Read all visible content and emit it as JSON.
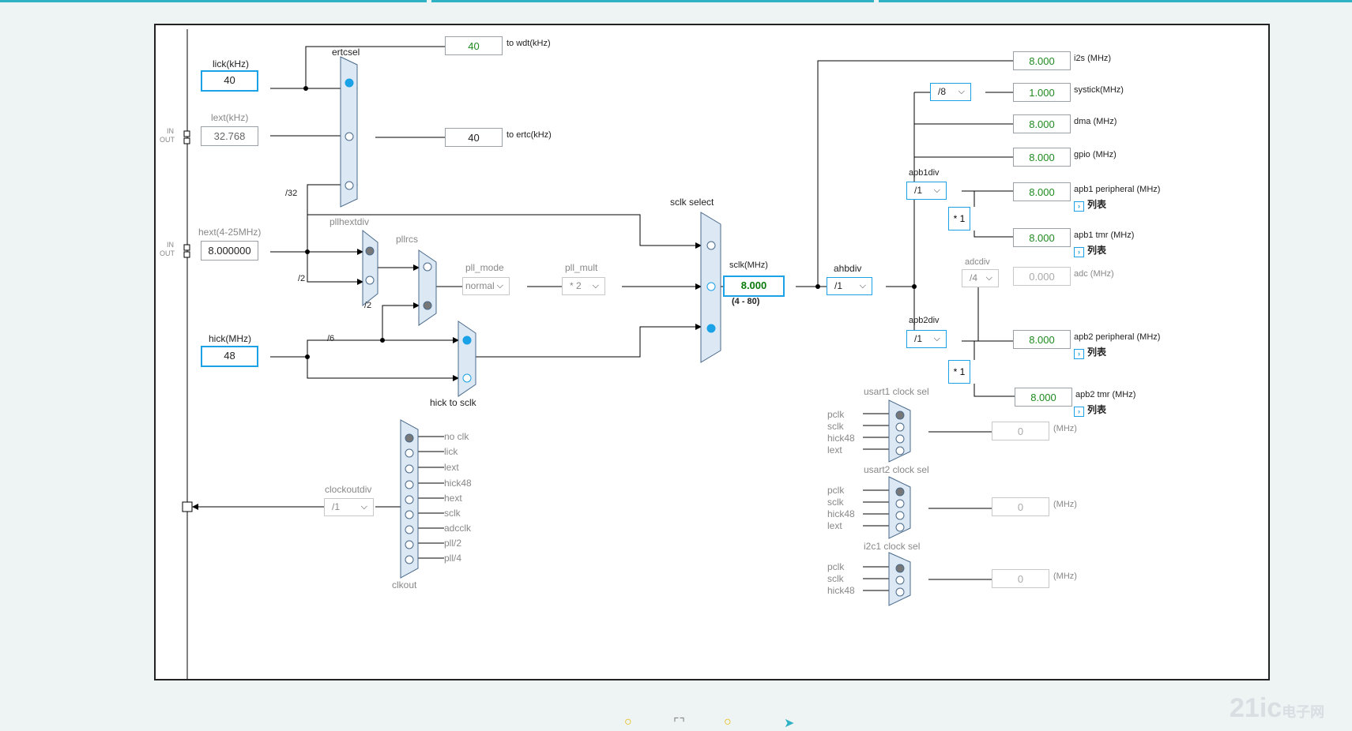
{
  "sources": {
    "lick": {
      "label": "lick(kHz)",
      "value": "40"
    },
    "lext": {
      "label": "lext(kHz)",
      "value": "32.768"
    },
    "hext": {
      "label": "hext(4-25MHz)",
      "value": "8.000000"
    },
    "hick": {
      "label": "hick(MHz)",
      "value": "48"
    },
    "io_in": "IN",
    "io_out": "OUT"
  },
  "ertc": {
    "mux_label": "ertcsel",
    "wdt_value": "40",
    "wdt_label": "to wdt(kHz)",
    "ertc_value": "40",
    "ertc_label": "to ertc(kHz)",
    "div32": "/32"
  },
  "pll": {
    "hextdiv_label": "pllhextdiv",
    "div2": "/2",
    "rcs_label": "pllrcs",
    "hick_div2": "/2",
    "hick_div6": "/6",
    "mode_label": "pll_mode",
    "mode_value": "normal",
    "mult_label": "pll_mult",
    "mult_value": "* 2"
  },
  "hick_to_sclk": "hick to sclk",
  "sclk": {
    "select_label": "sclk select",
    "label": "sclk(MHz)",
    "value": "8.000",
    "range": "(4 - 80)"
  },
  "ahb": {
    "label": "ahbdiv",
    "value": "/1"
  },
  "outputs": {
    "i2s": {
      "value": "8.000",
      "label": "i2s (MHz)"
    },
    "systick_div": "/8",
    "systick": {
      "value": "1.000",
      "label": "systick(MHz)"
    },
    "dma": {
      "value": "8.000",
      "label": "dma (MHz)"
    },
    "gpio": {
      "value": "8.000",
      "label": "gpio (MHz)"
    },
    "apb1div_label": "apb1div",
    "apb1div_value": "/1",
    "apb1_mult": "* 1",
    "apb1p": {
      "value": "8.000",
      "label": "apb1 peripheral (MHz)"
    },
    "apb1t": {
      "value": "8.000",
      "label": "apb1 tmr (MHz)"
    },
    "adcdiv_label": "adcdiv",
    "adcdiv_value": "/4",
    "adc": {
      "value": "0.000",
      "label": "adc (MHz)"
    },
    "apb2div_label": "apb2div",
    "apb2div_value": "/1",
    "apb2_mult": "* 1",
    "apb2p": {
      "value": "8.000",
      "label": "apb2 peripheral (MHz)"
    },
    "apb2t": {
      "value": "8.000",
      "label": "apb2 tmr (MHz)"
    },
    "list_link": "列表"
  },
  "usart1": {
    "label": "usart1 clock sel",
    "inputs": [
      "pclk",
      "sclk",
      "hick48",
      "lext"
    ],
    "value": "0",
    "unit": "(MHz)"
  },
  "usart2": {
    "label": "usart2 clock sel",
    "inputs": [
      "pclk",
      "sclk",
      "hick48",
      "lext"
    ],
    "value": "0",
    "unit": "(MHz)"
  },
  "i2c1": {
    "label": "i2c1 clock sel",
    "inputs": [
      "pclk",
      "sclk",
      "hick48"
    ],
    "value": "0",
    "unit": "(MHz)"
  },
  "clkout": {
    "label": "clkout",
    "div_label": "clockoutdiv",
    "div_value": "/1",
    "inputs": [
      "no clk",
      "lick",
      "lext",
      "hick48",
      "hext",
      "sclk",
      "adcclk",
      "pll/2",
      "pll/4"
    ]
  },
  "watermark": {
    "big": "21ic",
    "small": "电子网"
  },
  "colors": {
    "accent": "#1aa1e6",
    "mux_fill": "#dce8f4",
    "value_green": "#1e8a1e"
  }
}
